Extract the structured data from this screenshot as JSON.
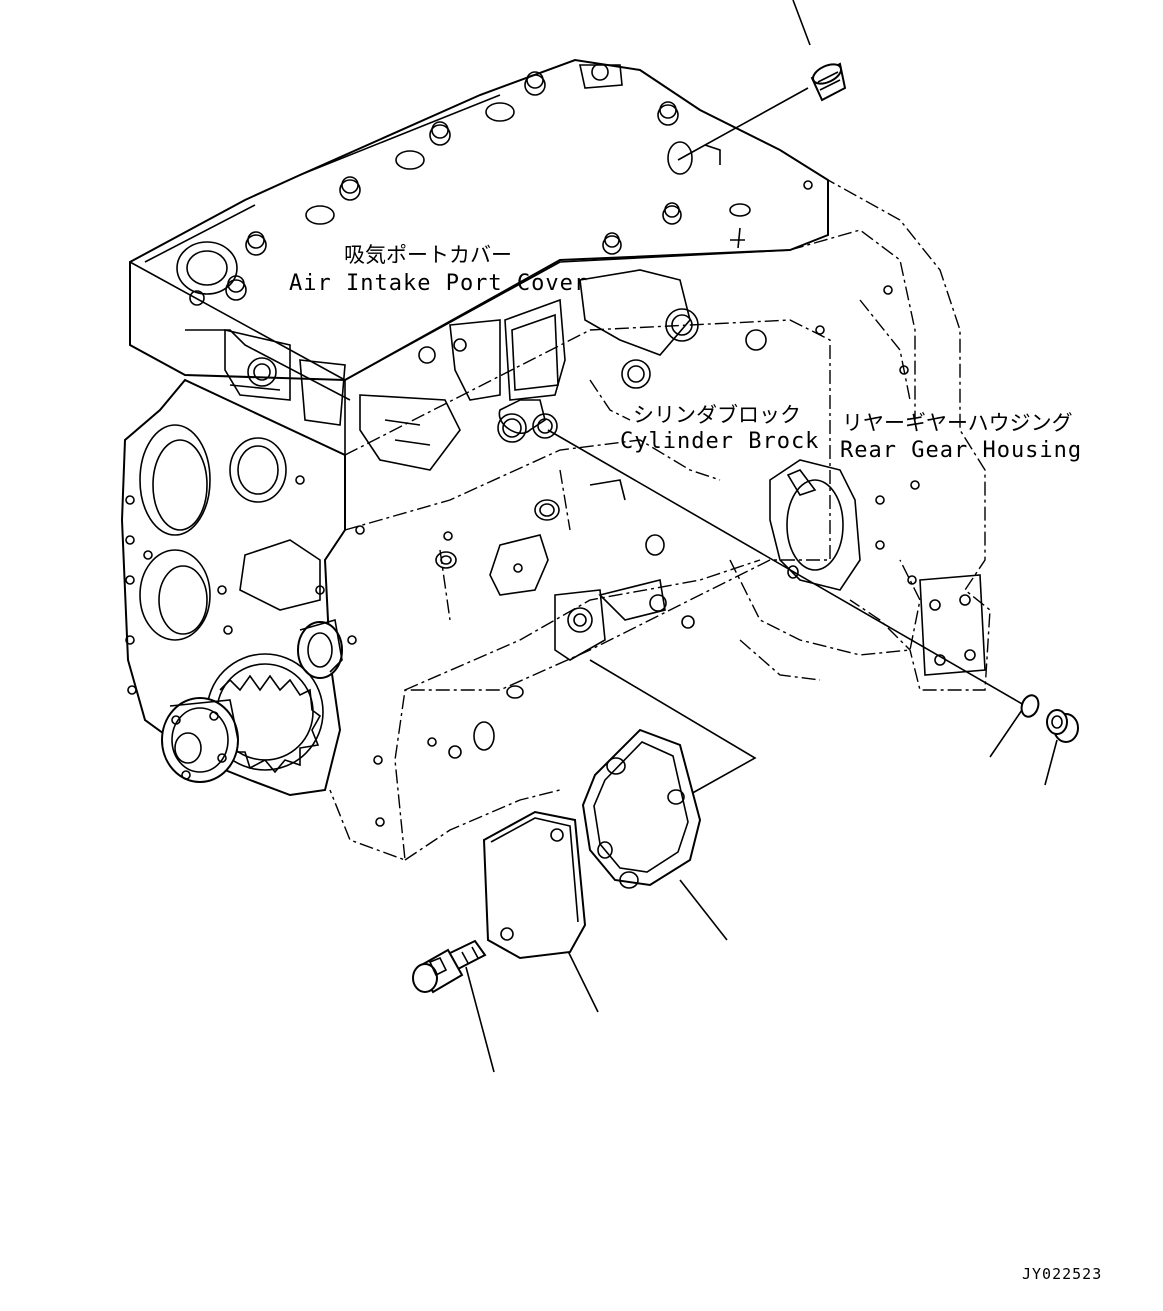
{
  "labels": {
    "air_intake_port_cover": {
      "jp": "吸気ポートカバー",
      "en": "Air Intake Port Cover"
    },
    "cylinder_block": {
      "jp": "シリンダブロック",
      "en": "Cylinder Brock"
    },
    "rear_gear_housing": {
      "jp": "リヤーギヤーハウジング",
      "en": "Rear Gear Housing"
    }
  },
  "drawing_code": "JY022523",
  "parts": {
    "plug_top": "cap-plug",
    "o_ring": "o-ring",
    "plug_right": "threaded-plug",
    "gasket": "gasket",
    "cover_plate": "cover-plate",
    "bolt": "flange-bolt"
  }
}
